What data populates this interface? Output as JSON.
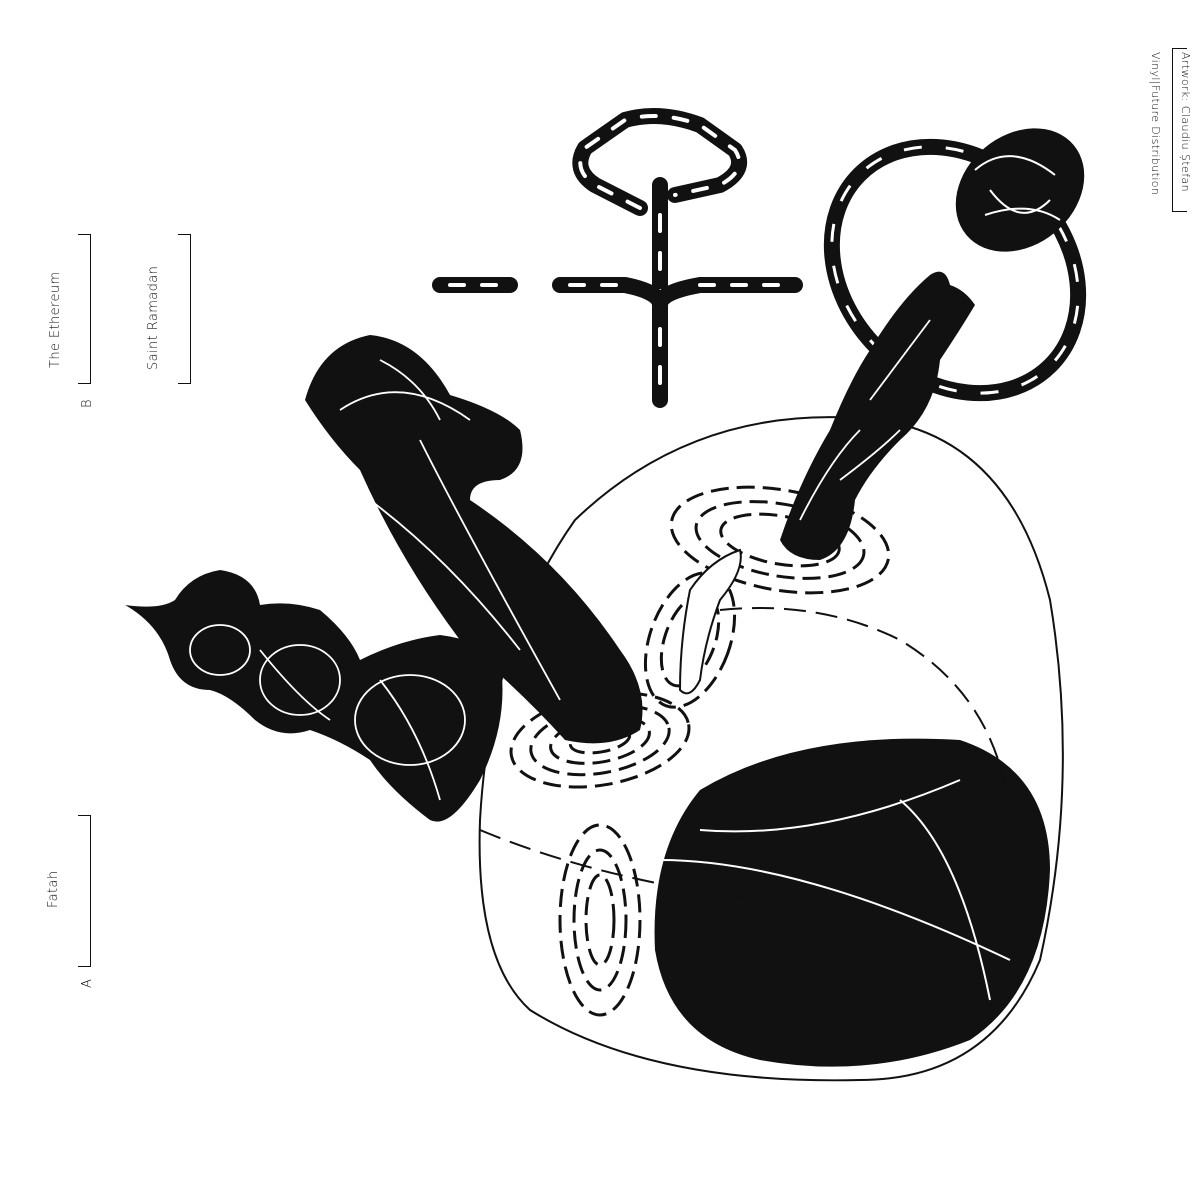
{
  "tracklist": {
    "side_b": {
      "side_label": "B",
      "tracks": [
        "The Ethereum",
        "Saint Ramadan"
      ]
    },
    "side_a": {
      "side_label": "A",
      "tracks": [
        "Fatah"
      ]
    }
  },
  "credits": {
    "distribution": "Vinyl|Future Distribution",
    "artwork": "Artwork: Claudiu Ștefan"
  },
  "colors": {
    "ink": "#111111",
    "paper": "#ffffff"
  },
  "icons": [
    "glyph-logo-icon",
    "ring-icon",
    "figure-illustration"
  ]
}
